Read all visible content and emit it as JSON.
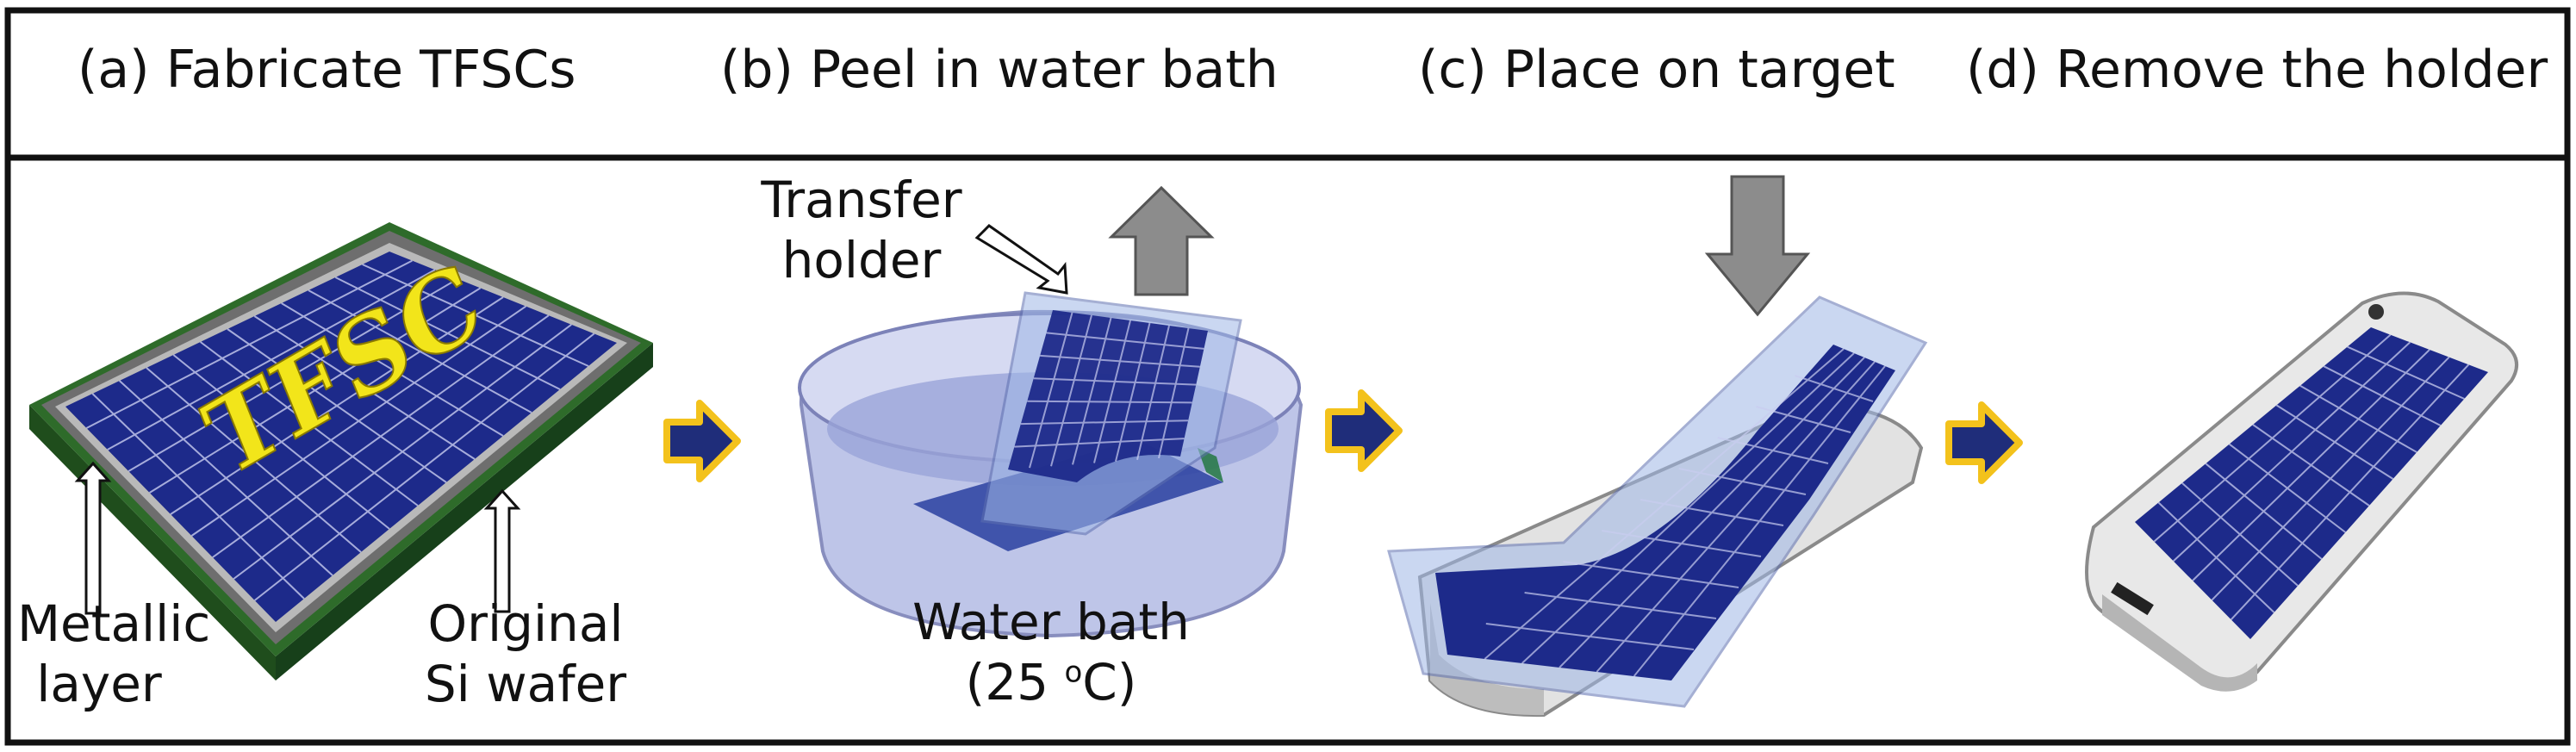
{
  "steps": {
    "a": "(a) Fabricate TFSCs",
    "b": "(b) Peel in water bath",
    "c": "(c) Place on target",
    "d": "(d) Remove the holder"
  },
  "panel_a": {
    "cell_text": "TFSC",
    "metallic_label_1": "Metallic",
    "metallic_label_2": "layer",
    "wafer_label_1": "Original",
    "wafer_label_2": "Si wafer"
  },
  "panel_b": {
    "holder_label_1": "Transfer",
    "holder_label_2": "holder",
    "bath_label": "Water bath",
    "temp_prefix": "(25 ",
    "temp_unit": "o",
    "temp_suffix": "C)"
  },
  "colors": {
    "cell_blue": "#1d2a8a",
    "grid_line": "#c9cdf0",
    "wafer_green": "#2e6b2a",
    "frame_gray": "#6e6e6e",
    "step_arrow_fill": "#1f2d7a",
    "step_arrow_border": "#f3c21c",
    "text_yellow": "#f2e51a",
    "bath_tint": "#b8bfe6",
    "holder_tint": "#9fb7e6"
  }
}
